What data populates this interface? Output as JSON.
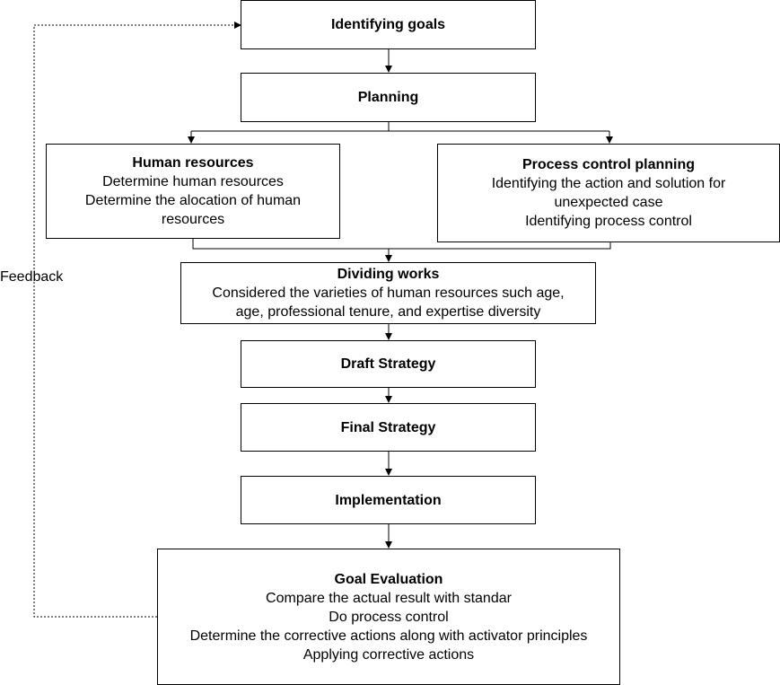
{
  "feedback_label": "Feedback",
  "steps": {
    "goals": {
      "title": "Identifying goals"
    },
    "planning": {
      "title": "Planning"
    },
    "human_resources": {
      "title": "Human resources",
      "lines": [
        "Determine human resources",
        "Determine the alocation of human",
        "resources"
      ]
    },
    "process_control": {
      "title": "Process control planning",
      "lines": [
        "Identifying the action and solution for",
        "unexpected case",
        "Identifying process control"
      ]
    },
    "dividing": {
      "title": "Dividing works",
      "lines": [
        "Considered the varieties of human resources such age,",
        "age, professional tenure, and expertise diversity"
      ]
    },
    "draft": {
      "title": "Draft Strategy"
    },
    "final": {
      "title": "Final Strategy"
    },
    "implementation": {
      "title": "Implementation"
    },
    "evaluation": {
      "title": "Goal Evaluation",
      "lines": [
        "Compare the actual result with standar",
        "Do process control",
        "Determine the corrective actions along with activator principles",
        "Applying corrective actions"
      ]
    }
  }
}
